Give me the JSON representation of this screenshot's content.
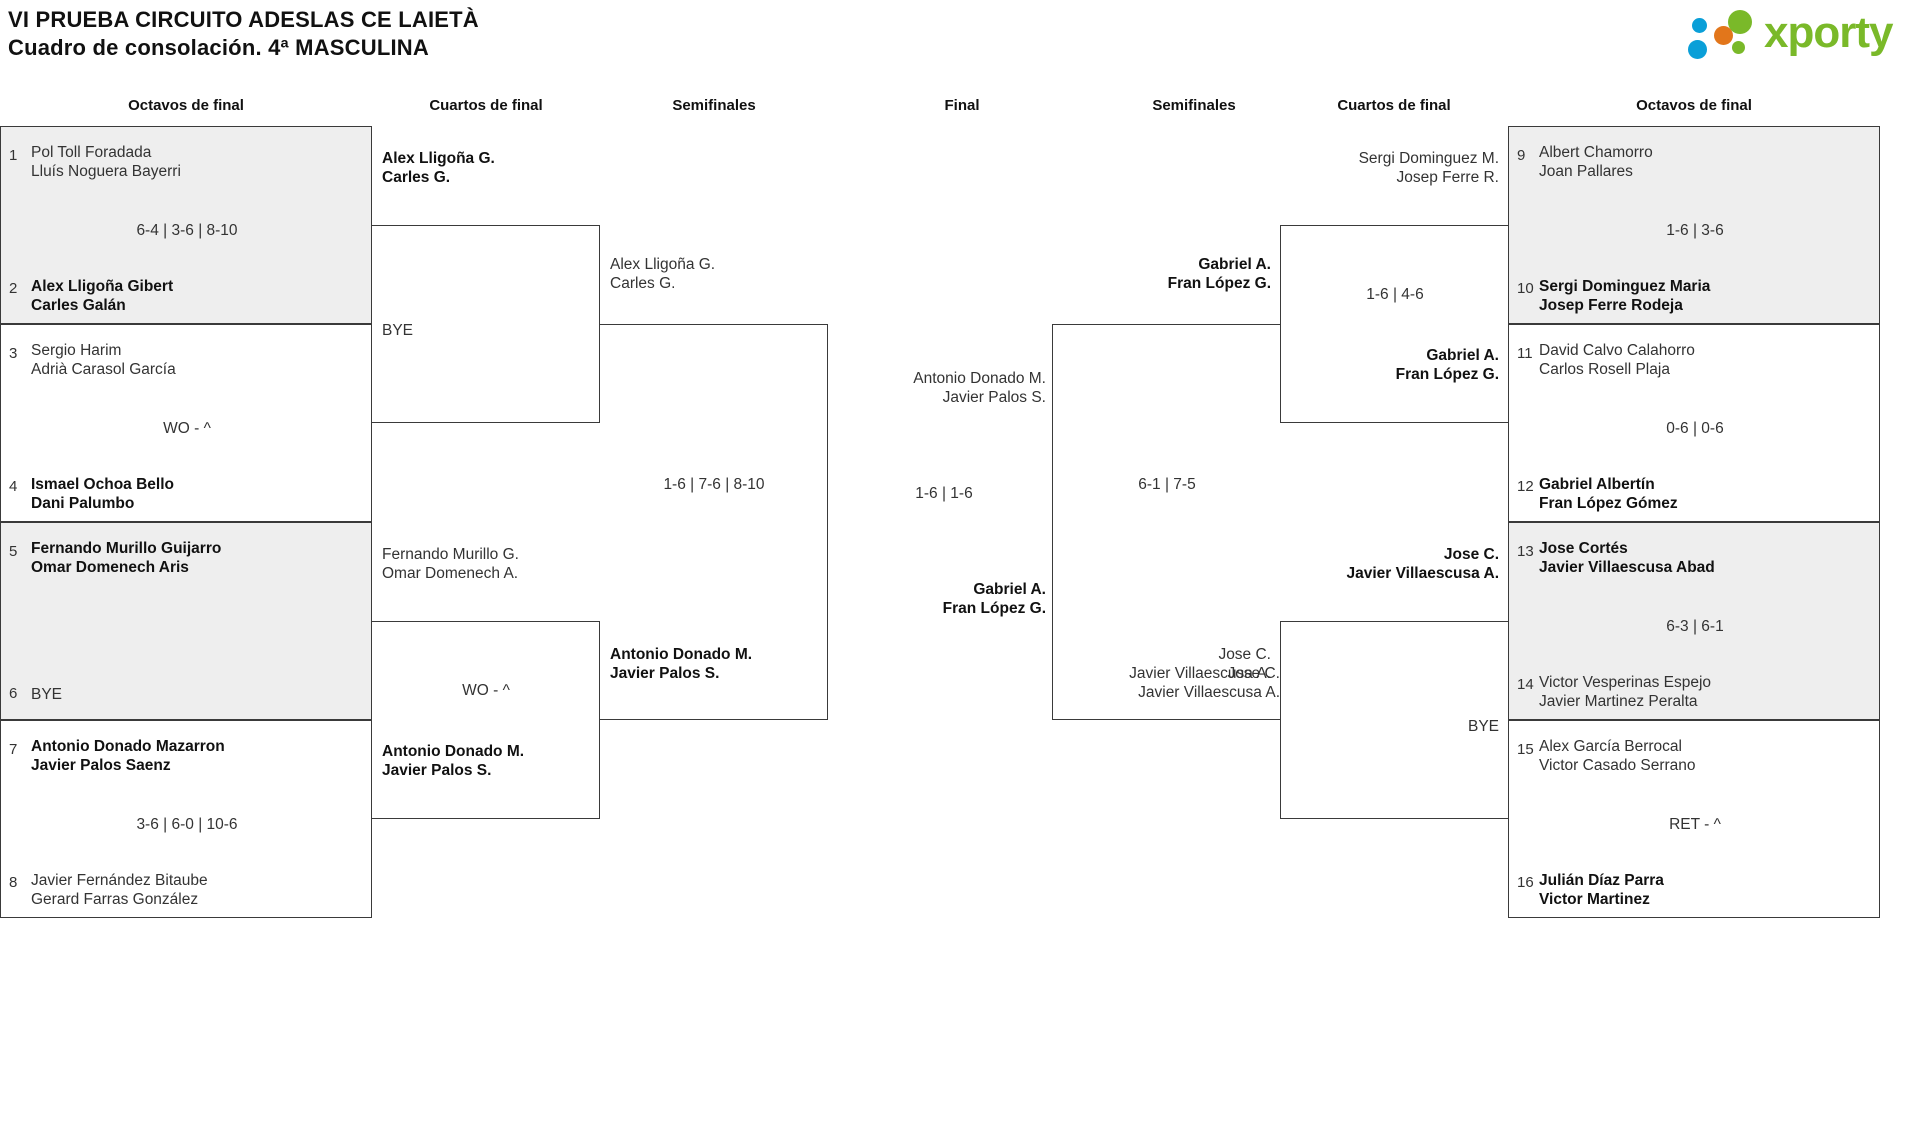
{
  "header": {
    "title_line1": "VI PRUEBA CIRCUITO ADESLAS CE LAIETÀ",
    "title_line2": "Cuadro de consolación. 4ª MASCULINA",
    "logo_text": "xporty",
    "logo_colors": {
      "green": "#7ab929",
      "blue": "#0a9fd8",
      "orange": "#e2761b"
    }
  },
  "round_headers": {
    "left_r16": "Octavos de final",
    "left_qf": "Cuartos de final",
    "left_sf": "Semifinales",
    "final": "Final",
    "right_sf": "Semifinales",
    "right_qf": "Cuartos de final",
    "right_r16": "Octavos de final"
  },
  "left_r16": [
    {
      "top": {
        "seed": "1",
        "p1": "Pol Toll Foradada",
        "p2": "Lluís Noguera Bayerri",
        "winner": false
      },
      "score": "6-4 | 3-6 | 8-10",
      "bottom": {
        "seed": "2",
        "p1": "Alex Lligoña Gibert",
        "p2": "Carles Galán",
        "winner": true
      }
    },
    {
      "top": {
        "seed": "3",
        "p1": "Sergio Harim",
        "p2": "Adrià Carasol García",
        "winner": false
      },
      "score": "WO - ^",
      "bottom": {
        "seed": "4",
        "p1": "Ismael Ochoa Bello",
        "p2": "Dani Palumbo",
        "winner": true
      }
    },
    {
      "top": {
        "seed": "5",
        "p1": "Fernando Murillo Guijarro",
        "p2": "Omar Domenech Aris",
        "winner": true
      },
      "score": "",
      "bottom": {
        "seed": "6",
        "p1": "BYE",
        "p2": "",
        "winner": false
      }
    },
    {
      "top": {
        "seed": "7",
        "p1": "Antonio Donado Mazarron",
        "p2": "Javier Palos Saenz",
        "winner": true
      },
      "score": "3-6 | 6-0 | 10-6",
      "bottom": {
        "seed": "8",
        "p1": "Javier Fernández Bitaube",
        "p2": "Gerard Farras González",
        "winner": false
      }
    }
  ],
  "left_qf": [
    {
      "top": {
        "p1": "Alex Lligoña G.",
        "p2": "Carles G.",
        "winner": true
      },
      "score": "",
      "bottom": {
        "p1": "BYE",
        "p2": "",
        "winner": false
      }
    },
    {
      "top": {
        "p1": "Fernando Murillo G.",
        "p2": "Omar Domenech A.",
        "winner": false
      },
      "score": "WO - ^",
      "bottom": {
        "p1": "Antonio Donado M.",
        "p2": "Javier Palos S.",
        "winner": true
      }
    }
  ],
  "left_sf": {
    "top": {
      "p1": "Alex Lligoña G.",
      "p2": "Carles G.",
      "winner": false
    },
    "score": "1-6 | 7-6 | 8-10",
    "bottom": {
      "p1": "Antonio Donado M.",
      "p2": "Javier Palos S.",
      "winner": true
    }
  },
  "final": {
    "top": {
      "p1": "Antonio Donado M.",
      "p2": "Javier Palos S.",
      "winner": false
    },
    "score": "1-6 | 1-6",
    "bottom": {
      "p1": "Gabriel A.",
      "p2": "Fran López G.",
      "winner": true
    }
  },
  "right_sf": {
    "top": {
      "p1": "Gabriel A.",
      "p2": "Fran López G.",
      "winner": true
    },
    "score": "6-1 | 7-5",
    "bottom": {
      "p1": "Jose C.",
      "p2": "Javier Villaescusa A.",
      "winner": false
    }
  },
  "right_qf": [
    {
      "top": {
        "p1": "Sergi Dominguez M.",
        "p2": "Josep Ferre R.",
        "winner": false
      },
      "score": "1-6 | 4-6",
      "bottom": {
        "p1": "Gabriel A.",
        "p2": "Fran López G.",
        "winner": true
      }
    },
    {
      "top": {
        "p1": "Jose C.",
        "p2": "Javier Villaescusa A.",
        "winner": true
      },
      "score": "BYE",
      "bottom": {
        "p1": "Jose C.",
        "p2": "Javier Villaescusa A.",
        "winner": false
      }
    }
  ],
  "right_r16": [
    {
      "top": {
        "seed": "9",
        "p1": "Albert Chamorro",
        "p2": "Joan Pallares",
        "winner": false
      },
      "score": "1-6 | 3-6",
      "bottom": {
        "seed": "10",
        "p1": "Sergi Dominguez Maria",
        "p2": "Josep Ferre Rodeja",
        "winner": true
      }
    },
    {
      "top": {
        "seed": "11",
        "p1": "David Calvo Calahorro",
        "p2": "Carlos Rosell Plaja",
        "winner": false
      },
      "score": "0-6 | 0-6",
      "bottom": {
        "seed": "12",
        "p1": "Gabriel Albertín",
        "p2": "Fran López Gómez",
        "winner": true
      }
    },
    {
      "top": {
        "seed": "13",
        "p1": "Jose Cortés",
        "p2": "Javier Villaescusa Abad",
        "winner": true
      },
      "score": "6-3 | 6-1",
      "bottom": {
        "seed": "14",
        "p1": "Victor Vesperinas Espejo",
        "p2": "Javier Martinez Peralta",
        "winner": false
      }
    },
    {
      "top": {
        "seed": "15",
        "p1": "Alex García Berrocal",
        "p2": "Victor Casado Serrano",
        "winner": false
      },
      "score": "RET - ^",
      "bottom": {
        "seed": "16",
        "p1": "Julián Díaz Parra",
        "p2": "Victor Martinez",
        "winner": true
      }
    }
  ],
  "right_qf_bye_label": "BYE"
}
